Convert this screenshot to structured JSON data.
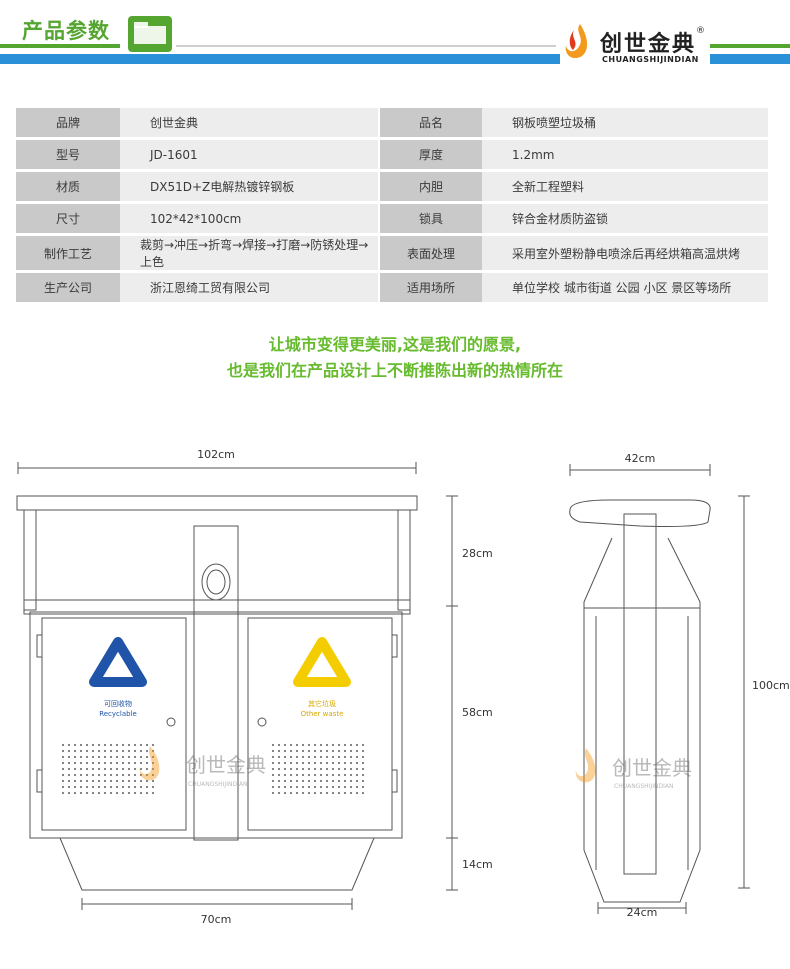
{
  "header": {
    "title": "产品参数",
    "brand_name": "创世金典",
    "brand_reg": "®",
    "brand_pinyin": "CHUANGSHIJINDIAN",
    "colors": {
      "green": "#54a630",
      "blue": "#2a90d8"
    }
  },
  "spec": {
    "rows": [
      {
        "label1": "品牌",
        "value1": "创世金典",
        "label2": "品名",
        "value2": "钢板喷塑垃圾桶"
      },
      {
        "label1": "型号",
        "value1": "JD-1601",
        "label2": "厚度",
        "value2": "1.2mm"
      },
      {
        "label1": "材质",
        "value1": "DX51D+Z电解热镀锌钢板",
        "label2": "内胆",
        "value2": "全新工程塑料"
      },
      {
        "label1": "尺寸",
        "value1": "102*42*100cm",
        "label2": "锁具",
        "value2": "锌合金材质防盗锁"
      },
      {
        "label1": "制作工艺",
        "value1": "裁剪→冲压→折弯→焊接→打磨→防锈处理→上色",
        "label2": "表面处理",
        "value2": "采用室外塑粉静电喷涂后再经烘箱高温烘烤"
      },
      {
        "label1": "生产公司",
        "value1": "浙江恩绮工贸有限公司",
        "label2": "适用场所",
        "value2": "单位学校 城市街道 公园 小区 景区等场所"
      }
    ]
  },
  "slogan": {
    "line1": "让城市变得更美丽,这是我们的愿景,",
    "line2": "也是我们在产品设计上不断推陈出新的热情所在"
  },
  "diagram": {
    "front": {
      "width_top": "102cm",
      "width_bottom": "70cm",
      "h_top": "28cm",
      "h_middle": "58cm",
      "h_bottom": "14cm",
      "left_bin_label": "可回收物",
      "left_bin_sub": "Recyclable",
      "right_bin_label": "其它垃圾",
      "right_bin_sub": "Other waste"
    },
    "side": {
      "width_top": "42cm",
      "width_bottom": "24cm",
      "height": "100cm"
    },
    "watermark_name": "创世金典",
    "watermark_pinyin": "CHUANGSHIJINDIAN"
  }
}
